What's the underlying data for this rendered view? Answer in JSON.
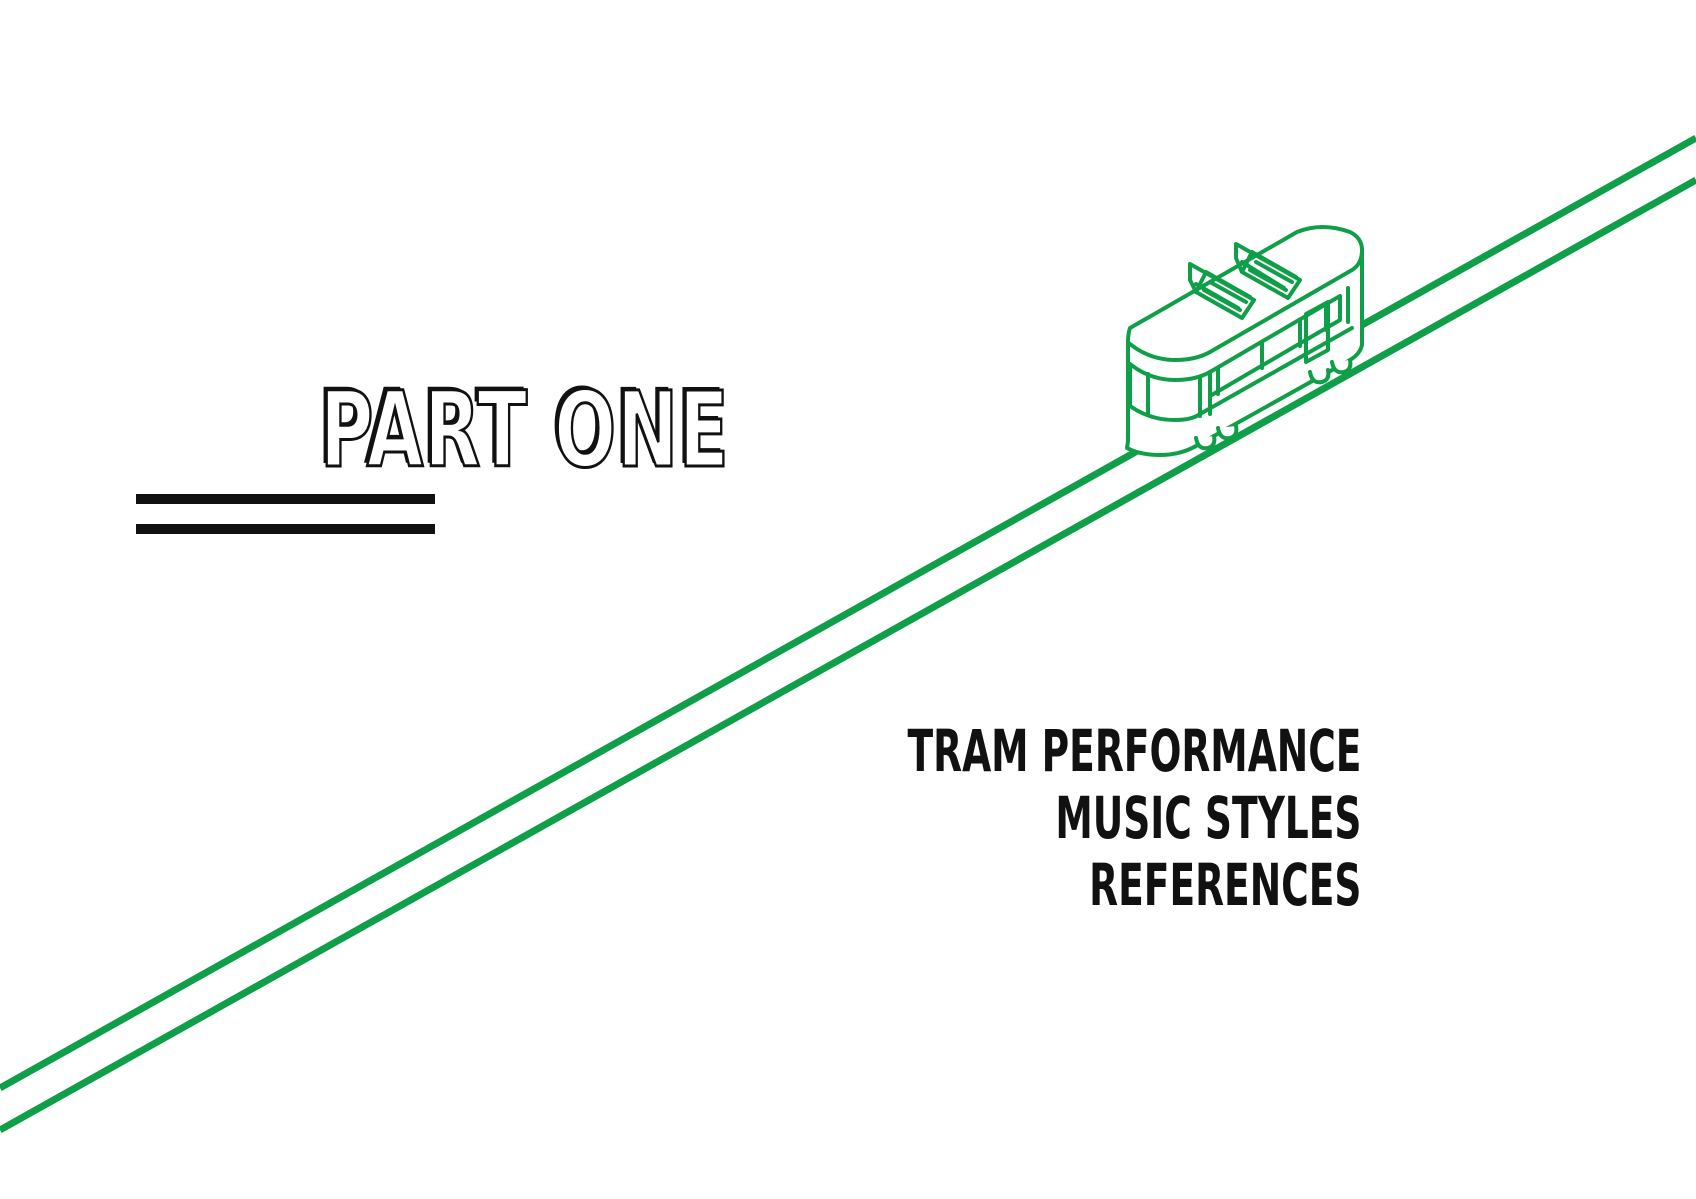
{
  "page": {
    "title": "PART ONE",
    "sections": [
      "TRAM PERFORMANCE",
      "MUSIC STYLES",
      "REFERENCES"
    ]
  },
  "colors": {
    "accent": "#0e9f48",
    "ink": "#111111",
    "background": "#ffffff"
  },
  "illustration": {
    "subject": "tram-icon",
    "track": "rail-lines"
  }
}
